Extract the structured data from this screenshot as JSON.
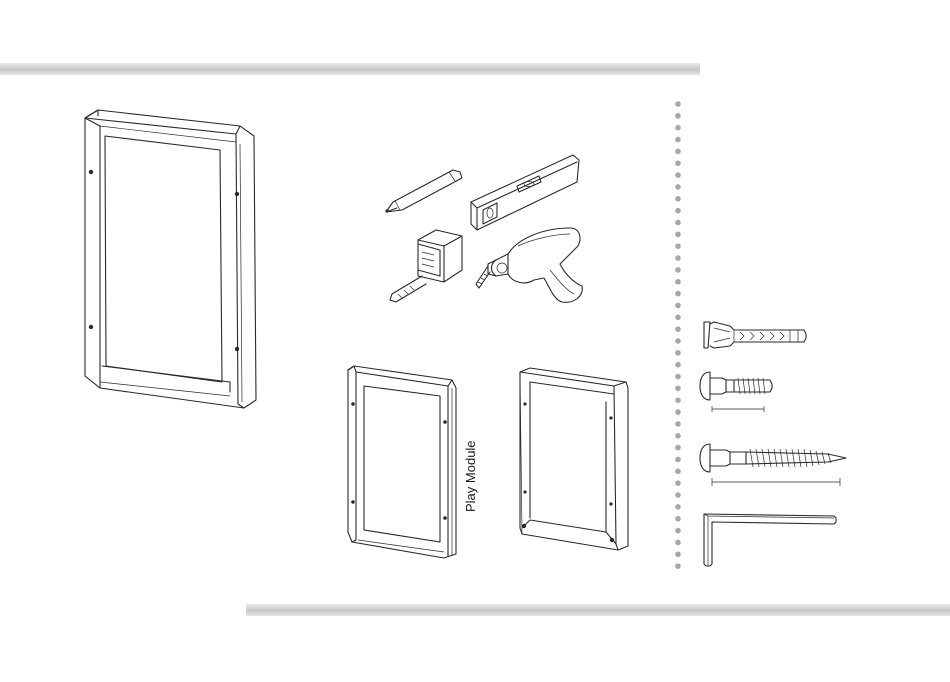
{
  "labels": {
    "module_name": "Play Module"
  },
  "colors": {
    "bar_fill": "#c9c9c9",
    "line": "#2a2a2a",
    "divider_dots": "#a6a6a6"
  },
  "icons": [
    "assembled-cabinet-illustration",
    "pencil-icon",
    "spirit-level-icon",
    "tape-measure-icon",
    "power-drill-icon",
    "play-module-panel-illustration",
    "frame-illustration",
    "wall-plug-icon",
    "short-bolt-icon",
    "long-screw-icon",
    "allen-key-icon"
  ]
}
